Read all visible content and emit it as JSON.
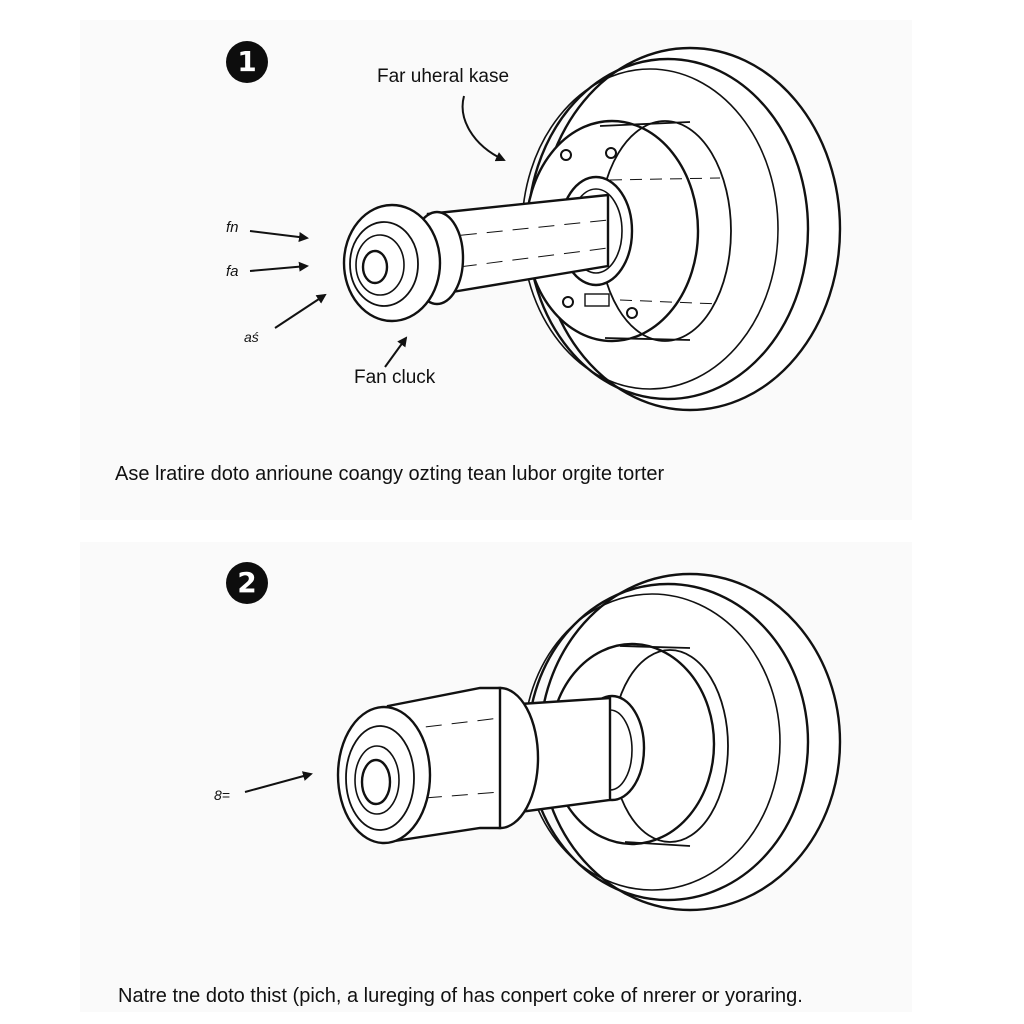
{
  "step1": {
    "number": "1",
    "label_top": "Far uheral kase",
    "label_bottom": "Fan cluck",
    "arrow_labels": [
      "fn",
      "fa",
      "aś"
    ],
    "caption": "Ase lratire doto anrioune coangy ozting tean lubor orgite torter"
  },
  "step2": {
    "number": "2",
    "arrow_label": "8=",
    "caption": "Natre tne doto thist (pich, a lureging of has conpert coke of nrerer or yoraring."
  },
  "colors": {
    "ink": "#111111",
    "panel": "#fafafa",
    "badge": "#0d0d0d"
  }
}
